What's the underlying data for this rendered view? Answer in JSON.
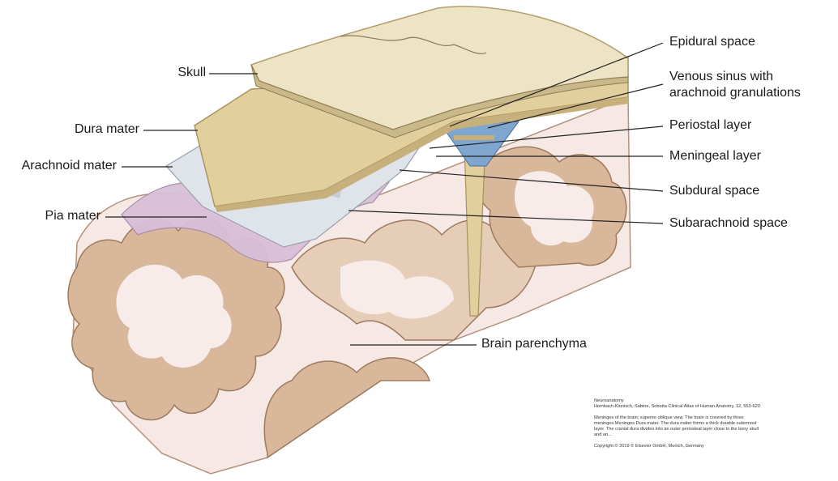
{
  "labels": {
    "left": [
      "Skull",
      "Dura mater",
      "Arachnoid mater",
      "Pia mater"
    ],
    "right": [
      "Epidural space",
      "Venous sinus with",
      "arachnoid granulations",
      "Periostal layer",
      "Meningeal layer",
      "Subdural space",
      "Subarachnoid space"
    ],
    "center": "Brain parenchyma"
  },
  "credit": {
    "book": "Neuroanatomy",
    "source": "Hombach-Klonisch, Sabine, Sobotta Clinical Atlas of Human Anatomy, 12, 553-620",
    "caption_1": "Meninges of the brain; superior oblique view. The brain is covered by three",
    "caption_2": "meninges Meninges Dura mater. The dura mater forms a thick durable outermost",
    "caption_3": "layer. The cranial dura divides into an outer periosteal layer close to the bony skull",
    "caption_4": "and an...",
    "copyright": "Copyright © 2019 © Elsevier GmbH, Munich, Germany"
  },
  "colors": {
    "bone": "#e9dcb8",
    "dura": "#e2cf9e",
    "arachnoid": "#dfe3ea",
    "pia": "#d9bfd8",
    "cortex": "#d8b79a",
    "white_matter": "#f5e8e5",
    "venous": "#7fa6cf"
  }
}
